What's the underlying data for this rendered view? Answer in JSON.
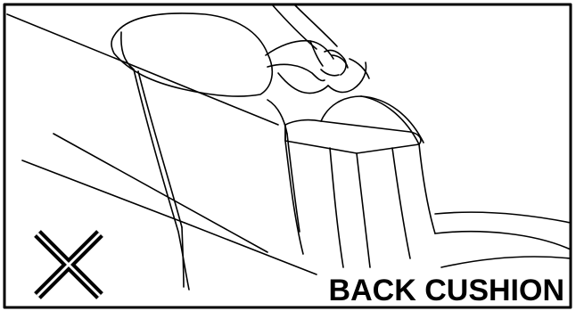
{
  "illustration": {
    "subject": "hand-tucking-back-cushion-line-drawing",
    "stroke_color": "#000000",
    "background_color": "#ffffff"
  },
  "warning_mark": {
    "icon": "x-mark-icon",
    "meaning": "incorrect"
  },
  "caption": {
    "text": "BACK CUSHION"
  }
}
